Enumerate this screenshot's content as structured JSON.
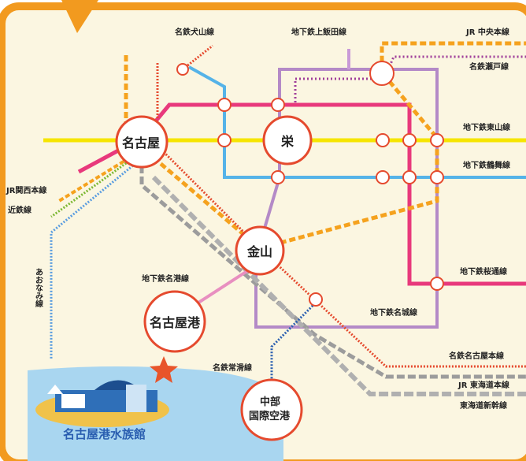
{
  "colors": {
    "frame": "#f29a1f",
    "background": "#fbf6e1",
    "sea": "#a9d6f0",
    "jr_chuo": "#f5a21e",
    "meitetsu": "#e54a2e",
    "higashiyama": "#f6e500",
    "tsurumai": "#55b3e8",
    "sakuradori": "#e8397c",
    "meijo": "#b48ac7",
    "kamiiida": "#c99ad7",
    "seto": "#a03f9a",
    "kintetsu": "#7cb832",
    "aonami": "#5a9de0",
    "jr_tokaido": "#9c9c9c",
    "shinkansen": "#9c9c9c",
    "tokoname": "#2a5eb0",
    "meiko": "#e88fc0",
    "star": "#e8542a"
  },
  "stations": {
    "nagoya": "名古屋",
    "sakae": "栄",
    "kanayama": "金山",
    "nagoyako": "名古屋港",
    "airport_line1": "中部",
    "airport_line2": "国際空港"
  },
  "lines": {
    "inuyama": "名鉄犬山線",
    "kamiiida": "地下鉄上飯田線",
    "jr_chuo": "JR 中央本線",
    "seto": "名鉄瀬戸線",
    "higashiyama": "地下鉄東山線",
    "tsurumai": "地下鉄鶴舞線",
    "jr_kansai": "JR関西本線",
    "kintetsu": "近鉄線",
    "aonami": "あおなみ線",
    "meiko": "地下鉄名港線",
    "sakuradori": "地下鉄桜通線",
    "meijo": "地下鉄名城線",
    "meitetsu_nagoya": "名鉄名古屋本線",
    "tokoname": "名鉄常滑線",
    "jr_tokaido": "JR 東海道本線",
    "shinkansen": "東海道新幹線"
  },
  "landmark": "名古屋港水族館"
}
